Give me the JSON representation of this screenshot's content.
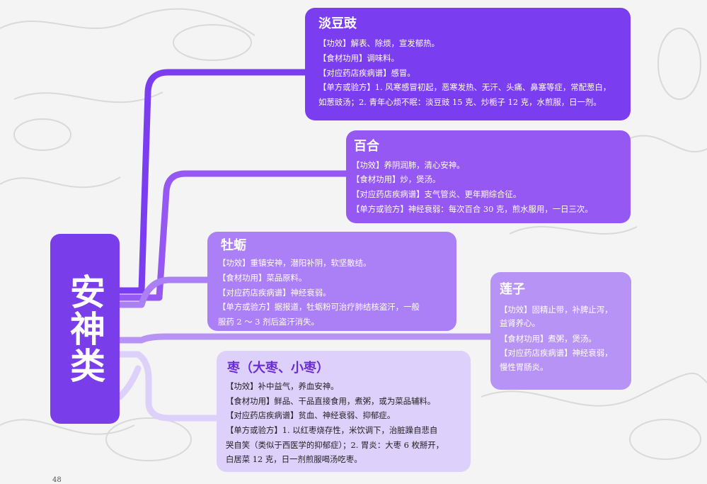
{
  "root": {
    "label": "安神类"
  },
  "colors": {
    "root": "#7a3dea",
    "dandouchi": "#7b3df0",
    "baihe": "#9558f3",
    "muli": "#ab7ff5",
    "lianzi": "#b793f6",
    "zao": "#ddd0fa",
    "zao_title": "#6a2bd8"
  },
  "cards": {
    "dandouchi": {
      "title": "淡豆豉",
      "lines": [
        "【功效】解表、除烦，宣发郁热。",
        "【食材功用】调味料。",
        "【对应药店疾病谱】感冒。",
        "【单方或验方】1. 风寒感冒初起，恶寒发热、无汗、头痛、鼻塞等症，常配葱白，",
        "如葱豉汤；2. 青年心烦不眠：淡豆豉 15 克、炒栀子 12 克，水煎服，日一剂。"
      ]
    },
    "baihe": {
      "title": "百合",
      "lines": [
        "【功效】养阴润肺，清心安神。",
        "【食材功用】炒，煲汤。",
        "【对应药店疾病谱】支气管炎、更年期综合征。",
        "【单方或验方】神经衰弱：每次百合 30 克，煎水服用，一日三次。"
      ]
    },
    "muli": {
      "title": "牡蛎",
      "lines": [
        "【功效】重镇安神，潜阳补阴，软坚散结。",
        "【食材功用】菜品原料。",
        "【对应药店疾病谱】神经衰弱。",
        "【单方或验方】据报道，牡蛎粉可治疗肺结核盗汗，一般",
        "服药 2 ～ 3 剂后盗汗消失。"
      ]
    },
    "lianzi": {
      "title": "莲子",
      "lines": [
        "【功效】固精止带，补脾止泻，",
        "益肾养心。",
        "【食材功用】煮粥，煲汤。",
        "【对应药店疾病谱】神经衰弱，",
        "慢性胃肠炎。"
      ]
    },
    "zao": {
      "title": "枣（大枣、小枣）",
      "lines": [
        "【功效】补中益气，养血安神。",
        "【食材功用】鲜品、干品直接食用，煮粥，或为菜品辅料。",
        "【对应药店疾病谱】贫血、神经衰弱、抑郁症。",
        "【单方或验方】1. 以红枣烧存性，米饮调下，治脏躁自悲自",
        "哭自笑（类似于西医学的抑郁症）；2. 胃炎：大枣 6 枚掰开，",
        "白居菜 12 克，日一剂煎服喝汤吃枣。"
      ]
    }
  },
  "page_number": "48"
}
